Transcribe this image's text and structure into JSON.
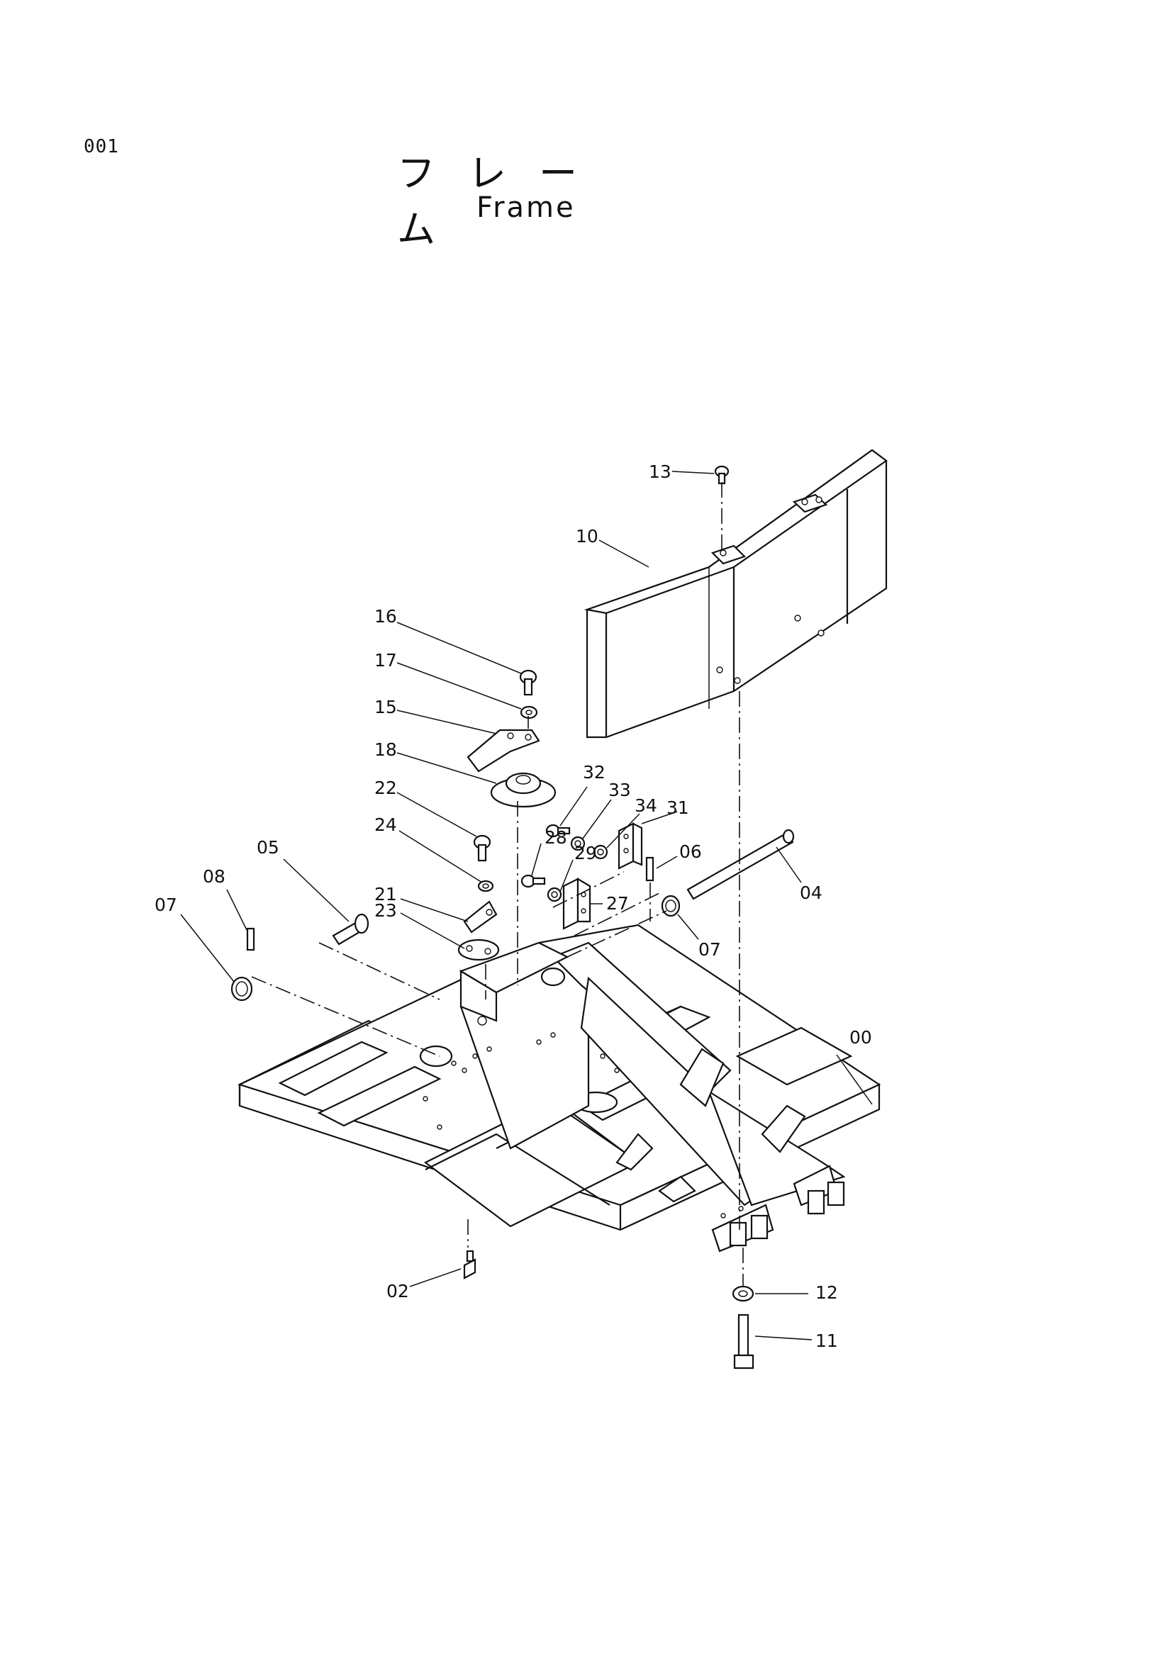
{
  "page_number": "001",
  "title_jp": "フレーム",
  "title_en": "Frame",
  "callouts": [
    {
      "id": "00",
      "label": "00"
    },
    {
      "id": "02",
      "label": "02"
    },
    {
      "id": "04",
      "label": "04"
    },
    {
      "id": "05",
      "label": "05"
    },
    {
      "id": "06",
      "label": "06"
    },
    {
      "id": "07a",
      "label": "07"
    },
    {
      "id": "07b",
      "label": "07"
    },
    {
      "id": "08",
      "label": "08"
    },
    {
      "id": "10",
      "label": "10"
    },
    {
      "id": "11",
      "label": "11"
    },
    {
      "id": "12",
      "label": "12"
    },
    {
      "id": "13",
      "label": "13"
    },
    {
      "id": "15",
      "label": "15"
    },
    {
      "id": "16",
      "label": "16"
    },
    {
      "id": "17",
      "label": "17"
    },
    {
      "id": "18",
      "label": "18"
    },
    {
      "id": "21",
      "label": "21"
    },
    {
      "id": "22",
      "label": "22"
    },
    {
      "id": "23",
      "label": "23"
    },
    {
      "id": "24",
      "label": "24"
    },
    {
      "id": "27",
      "label": "27"
    },
    {
      "id": "28",
      "label": "28"
    },
    {
      "id": "29",
      "label": "29"
    },
    {
      "id": "31",
      "label": "31"
    },
    {
      "id": "32",
      "label": "32"
    },
    {
      "id": "33",
      "label": "33"
    },
    {
      "id": "34",
      "label": "34"
    }
  ]
}
